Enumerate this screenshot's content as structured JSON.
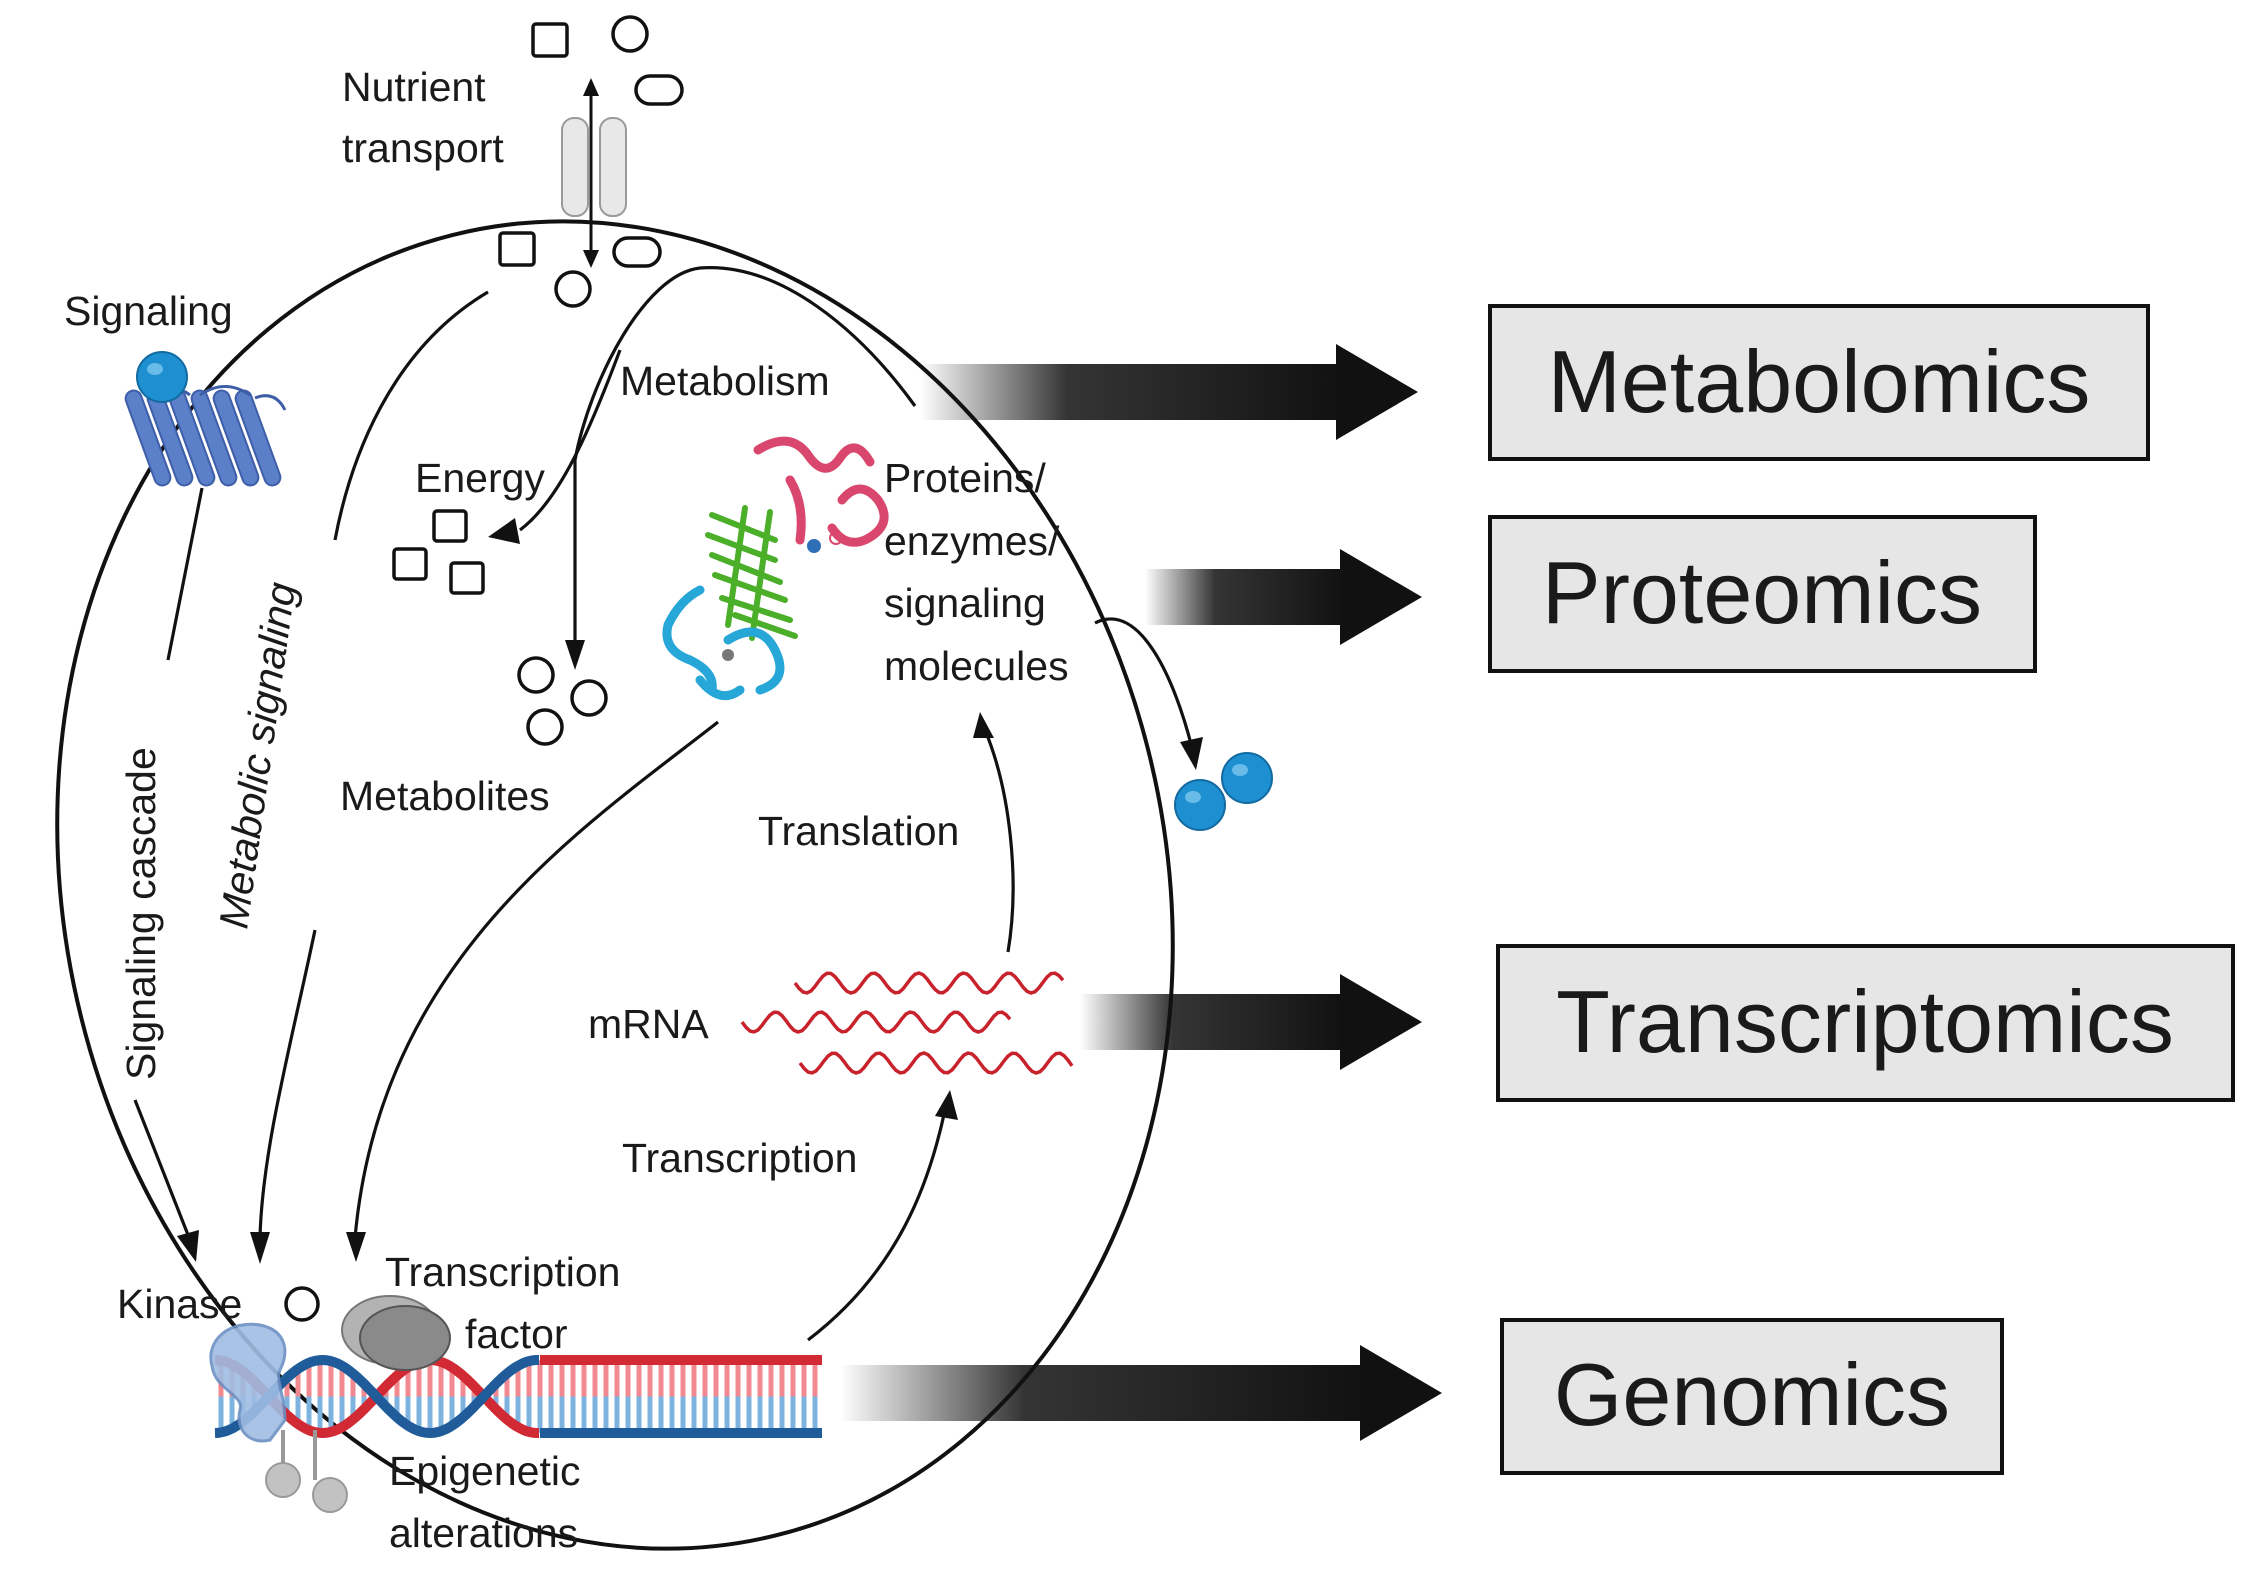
{
  "labels": {
    "nutrient_transport": [
      "Nutrient",
      "transport"
    ],
    "signaling": "Signaling",
    "signaling_cascade": "Signaling cascade",
    "metabolic_signaling": "Metabolic signaling",
    "metabolism": "Metabolism",
    "energy": "Energy",
    "metabolites": "Metabolites",
    "proteins": [
      "Proteins/",
      "enzymes/",
      "signaling",
      "molecules"
    ],
    "translation": "Translation",
    "mrna": "mRNA",
    "transcription": "Transcription",
    "kinase": "Kinase",
    "transcription_factor": [
      "Transcription",
      "factor"
    ],
    "epigenetic": [
      "Epigenetic",
      "alterations"
    ]
  },
  "omics": {
    "metabolomics": "Metabolomics",
    "proteomics": "Proteomics",
    "transcriptomics": "Transcriptomics",
    "genomics": "Genomics"
  },
  "colors": {
    "cell_outline": "#111111",
    "box_fill": "#e6e6e6",
    "arrow": "#111111",
    "signaling_blue": "#1e8fd0",
    "receptor_blue": "#5b7fc9",
    "mrna_red": "#c8232c",
    "dna_red": "#d12a34",
    "dna_blue": "#1f5c99",
    "dna_pink": "#f08a90",
    "dna_lightblue": "#7fb3df",
    "protein_green": "#4caf2a",
    "protein_pink": "#d9476e",
    "protein_cyan": "#27a6d8",
    "kinase_fill": "#9fbde3",
    "tf_gray": "#888888",
    "epi_gray": "#b5b5b5"
  },
  "icons": [
    "membrane-transporter-icon",
    "gpcr-receptor-icon",
    "protein-ribbon-icon",
    "mrna-strand-icon",
    "dna-helix-icon",
    "kinase-icon",
    "transcription-factor-icon",
    "epigenetic-mark-icon"
  ]
}
